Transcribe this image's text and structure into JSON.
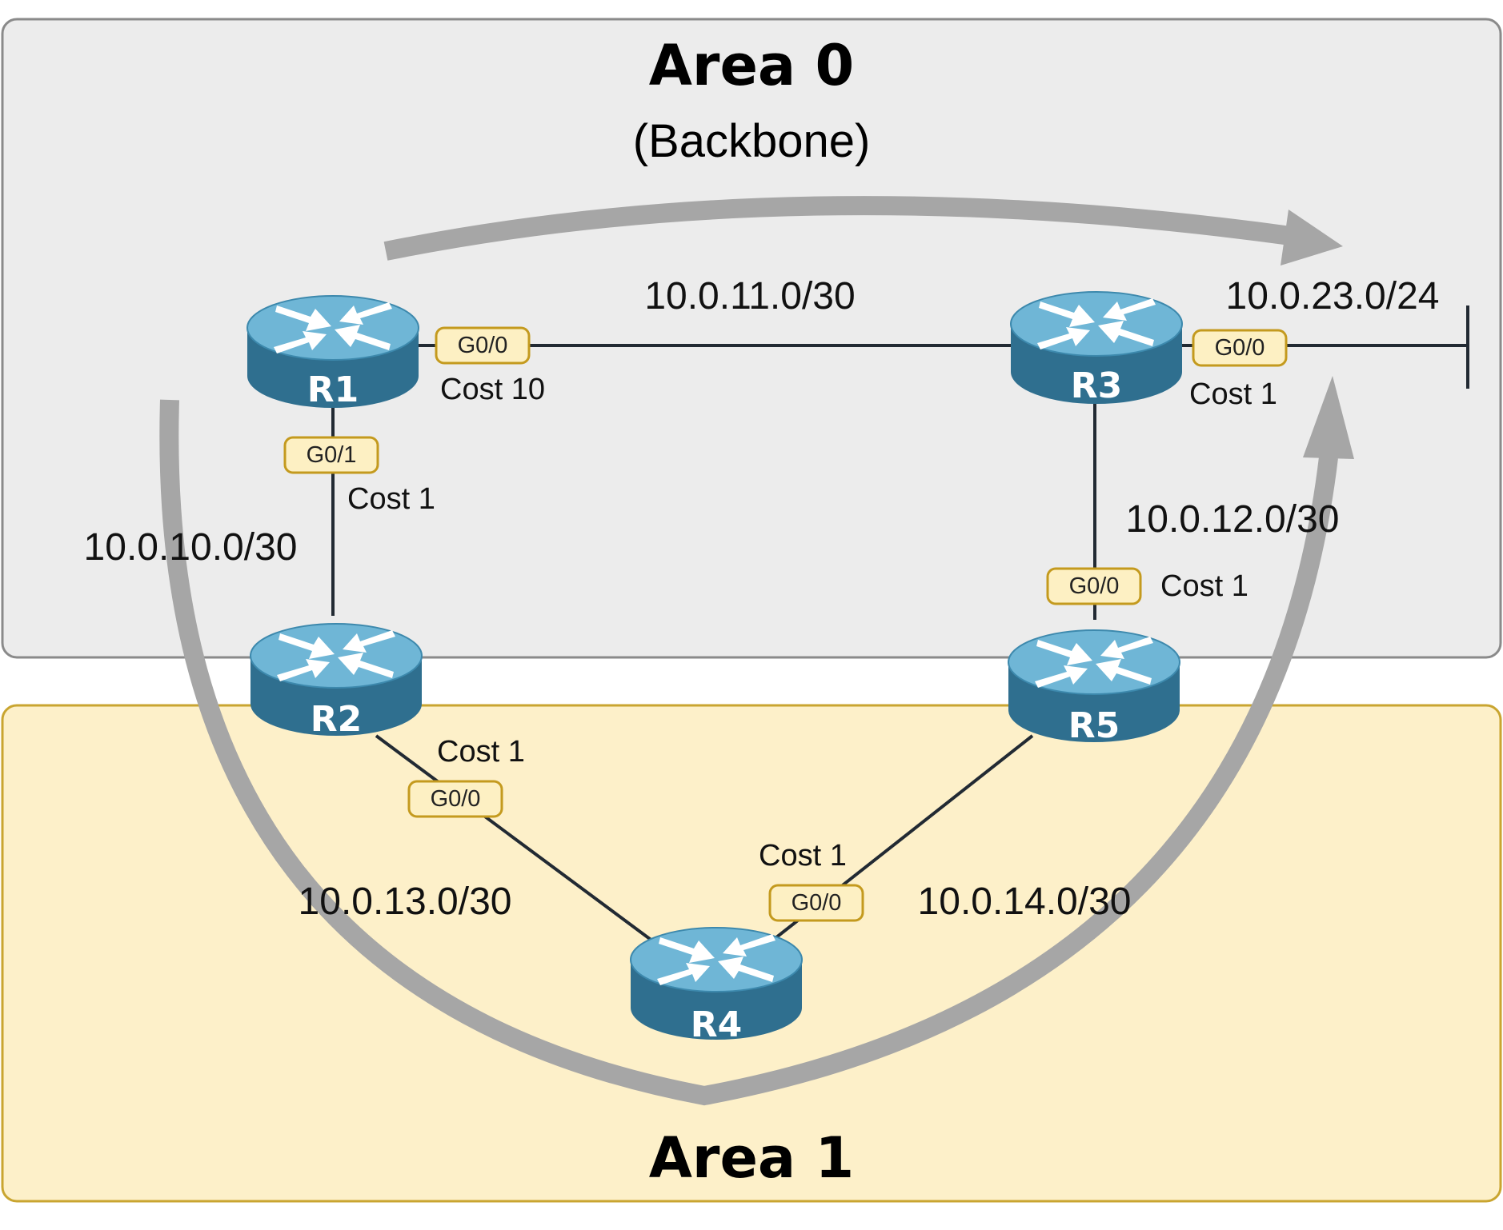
{
  "colors": {
    "area0_fill": "#ececec",
    "area0_stroke": "#8a8a8a",
    "area1_fill": "#fdf0c9",
    "area1_stroke": "#c9a530",
    "link": "#222a33",
    "flow_arrow": "#a6a6a6",
    "if_badge_fill": "#fdf0c3",
    "if_badge_stroke": "#c49a1e",
    "router_top": "#6fb6d6",
    "router_side": "#2f6f8f",
    "router_text": "#ffffff"
  },
  "areas": {
    "area0": {
      "title": "Area 0",
      "subtitle": "(Backbone)"
    },
    "area1": {
      "title": "Area 1"
    }
  },
  "routers": {
    "r1": {
      "name": "R1",
      "icon": "router-icon"
    },
    "r2": {
      "name": "R2",
      "icon": "router-icon"
    },
    "r3": {
      "name": "R3",
      "icon": "router-icon"
    },
    "r4": {
      "name": "R4",
      "icon": "router-icon"
    },
    "r5": {
      "name": "R5",
      "icon": "router-icon"
    }
  },
  "networks": {
    "r1_r3": "10.0.11.0/30",
    "r3_lan": "10.0.23.0/24",
    "r1_r2": "10.0.10.0/30",
    "r3_r5": "10.0.12.0/30",
    "r2_r4": "10.0.13.0/30",
    "r5_r4": "10.0.14.0/30"
  },
  "interfaces": {
    "r1_g00": "G0/0",
    "r1_g01": "G0/1",
    "r3_g00": "G0/0",
    "r5_g00": "G0/0",
    "r2_g00": "G0/0",
    "r4_g00": "G0/0"
  },
  "costs": {
    "r1_g00": "Cost 10",
    "r1_g01": "Cost 1",
    "r3_g00": "Cost 1",
    "r5_g00": "Cost 1",
    "r2_g00": "Cost 1",
    "r4_g00": "Cost 1"
  }
}
